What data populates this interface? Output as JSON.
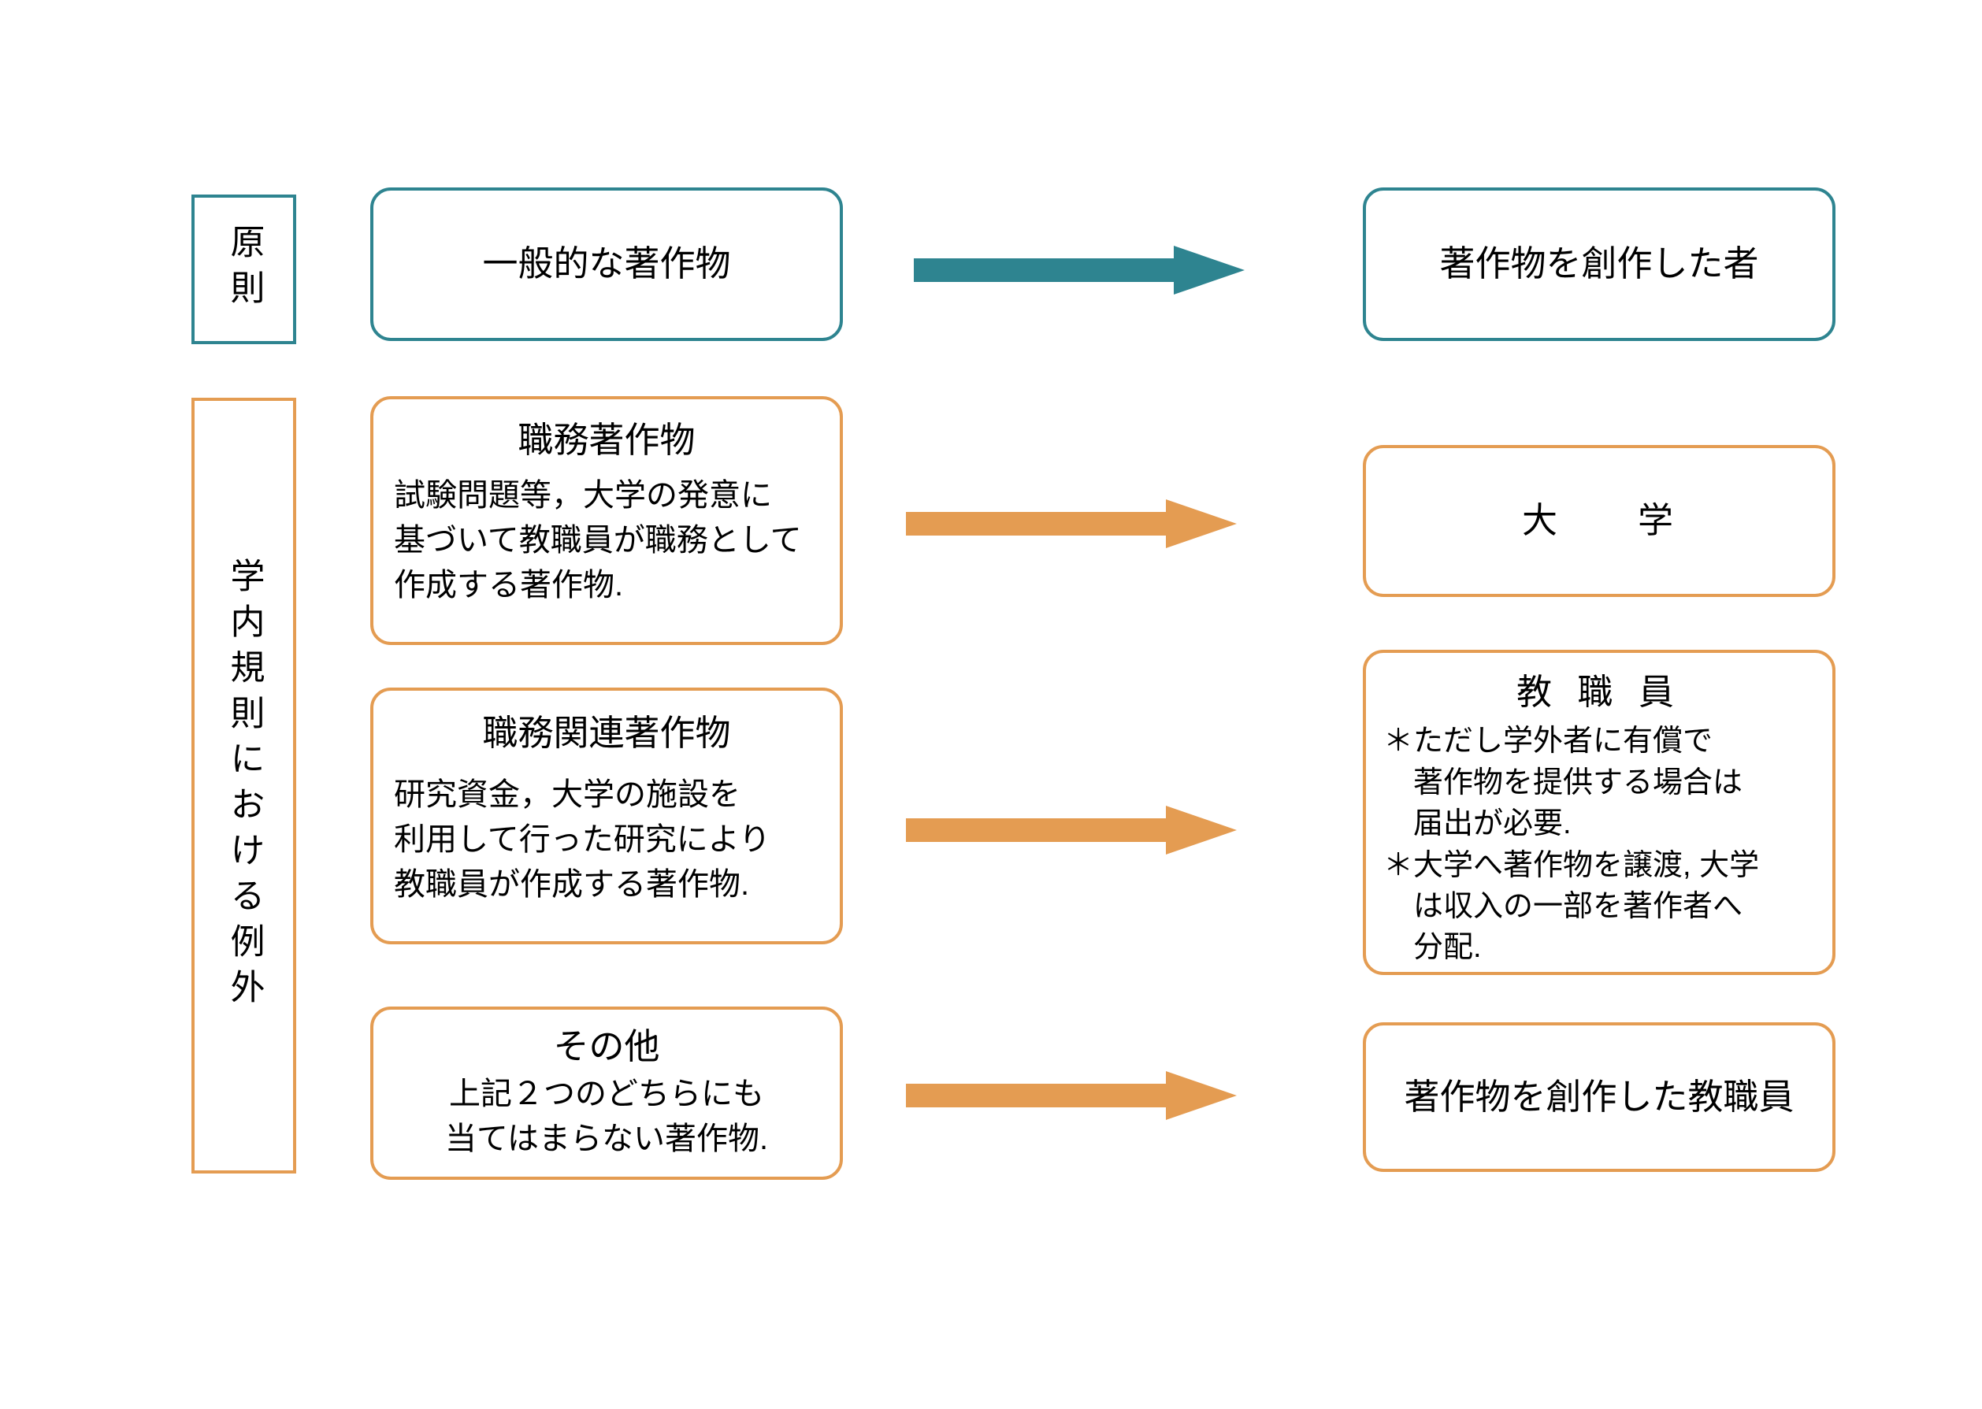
{
  "colors": {
    "teal": "#2E8490",
    "orange": "#E49C52",
    "text": "#000000",
    "background": "#FFFFFF"
  },
  "left_labels": [
    {
      "text": "原則",
      "color": "teal"
    },
    {
      "text": "学内規則における例外",
      "color": "orange"
    }
  ],
  "rows": [
    {
      "category": "原則",
      "source": {
        "title": "一般的な著作物",
        "body": "",
        "color": "teal"
      },
      "arrow": {
        "color": "teal",
        "direction": "right"
      },
      "target": {
        "title": "著作物を創作した者",
        "body": "",
        "color": "teal"
      }
    },
    {
      "category": "学内規則における例外",
      "source": {
        "title": "職務著作物",
        "body": "試験問題等，大学の発意に\n基づいて教職員が職務として\n作成する著作物.",
        "color": "orange"
      },
      "arrow": {
        "color": "orange",
        "direction": "right"
      },
      "target": {
        "title": "大　　学",
        "body": "",
        "color": "orange"
      }
    },
    {
      "category": "学内規則における例外",
      "source": {
        "title": "職務関連著作物",
        "body": "研究資金，大学の施設を\n利用して行った研究により\n教職員が作成する著作物.",
        "color": "orange"
      },
      "arrow": {
        "color": "orange",
        "direction": "right"
      },
      "target": {
        "title": "教 職 員",
        "body": "＊ただし学外者に有償で\n　著作物を提供する場合は\n　届出が必要.\n＊大学へ著作物を譲渡, 大学\n　は収入の一部を著作者へ\n　分配.",
        "color": "orange"
      }
    },
    {
      "category": "学内規則における例外",
      "source": {
        "title": "その他",
        "body": "上記２つのどちらにも\n当てはまらない著作物.",
        "color": "orange"
      },
      "arrow": {
        "color": "orange",
        "direction": "right"
      },
      "target": {
        "title": "著作物を創作した教職員",
        "body": "",
        "color": "orange"
      }
    }
  ]
}
